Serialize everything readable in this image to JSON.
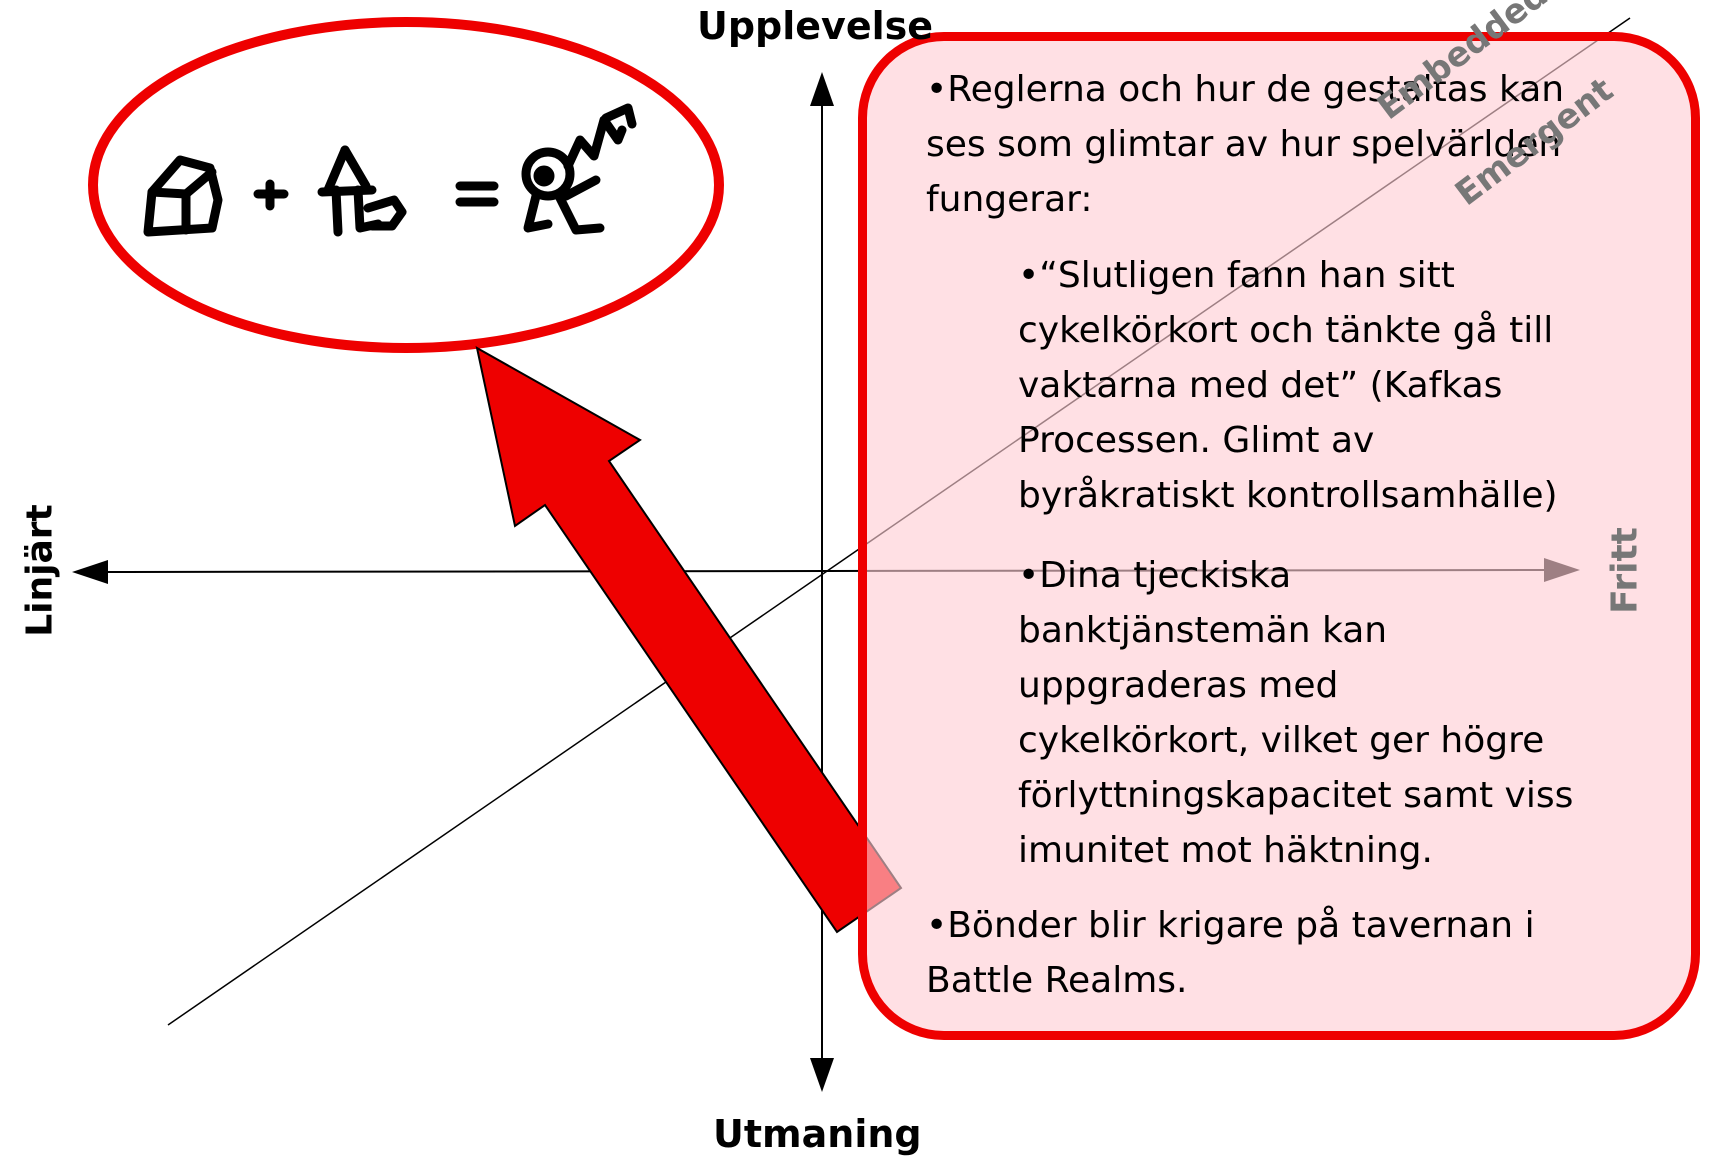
{
  "axes": {
    "top": "Upplevelse",
    "bottom": "Utmaning",
    "left": "Linjärt",
    "right": "Fritt",
    "diagonal_upper": "Embedded",
    "diagonal_lower": "Emergent"
  },
  "callout": {
    "p1": "•Reglerna och hur de gestaltas kan\nses som glimtar av hur spelvärlden\nfungerar:",
    "p2": "•“Slutligen fann han sitt\ncykelkörkort och tänkte gå till\nvaktarna med det” (Kafkas\nProcessen. Glimt av\nbyråkratiskt kontrollsamhälle)",
    "p3": "•Dina tjeckiska\nbanktjänstemän kan\nuppgraderas med\ncykelkörkort, vilket ger högre\nförlyttningskapacitet samt viss\nimunitet mot häktning.",
    "p4": "•Bönder blir krigare på tavernan i\nBattle Realms."
  },
  "colors": {
    "accent_red": "#ee0000",
    "callout_fill": "#ffcdd4",
    "axis": "#000000",
    "faded": "#777777"
  },
  "icons": [
    "house-doodle-icon",
    "plus-sign-icon",
    "figure-doodle-icon",
    "equals-sign-icon",
    "warrior-doodle-icon"
  ]
}
